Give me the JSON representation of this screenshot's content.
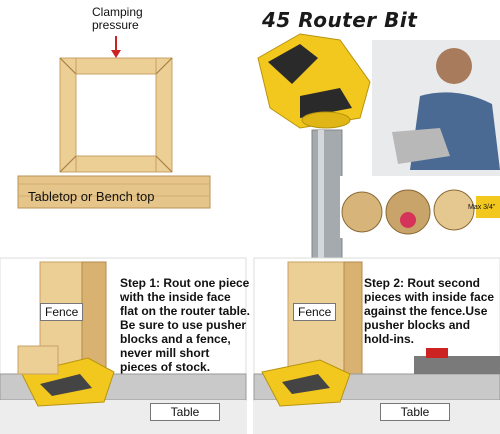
{
  "top_left": {
    "clamp_label": "Clamping\npressure",
    "table_label": "Tabletop or Bench top"
  },
  "product": {
    "title": "45 Router Bit",
    "dimension_label": "Max 3/4\""
  },
  "step1": {
    "text": "Step 1: Rout one piece with the inside face flat on the router table. Be sure to use pusher blocks and a fence, never mill short pieces of stock.",
    "fence_label": "Fence",
    "table_label": "Table"
  },
  "step2": {
    "text": "Step 2: Rout second pieces with inside face against the fence.Use pusher blocks and hold-ins.",
    "fence_label": "Fence",
    "table_label": "Table"
  },
  "colors": {
    "wood": "#eccf94",
    "wood_dark": "#d9b272",
    "bit_yellow": "#f2c81f",
    "steel": "#9ea3a8",
    "table_grey": "#c9c9c9",
    "arrow_red": "#cc2222"
  }
}
